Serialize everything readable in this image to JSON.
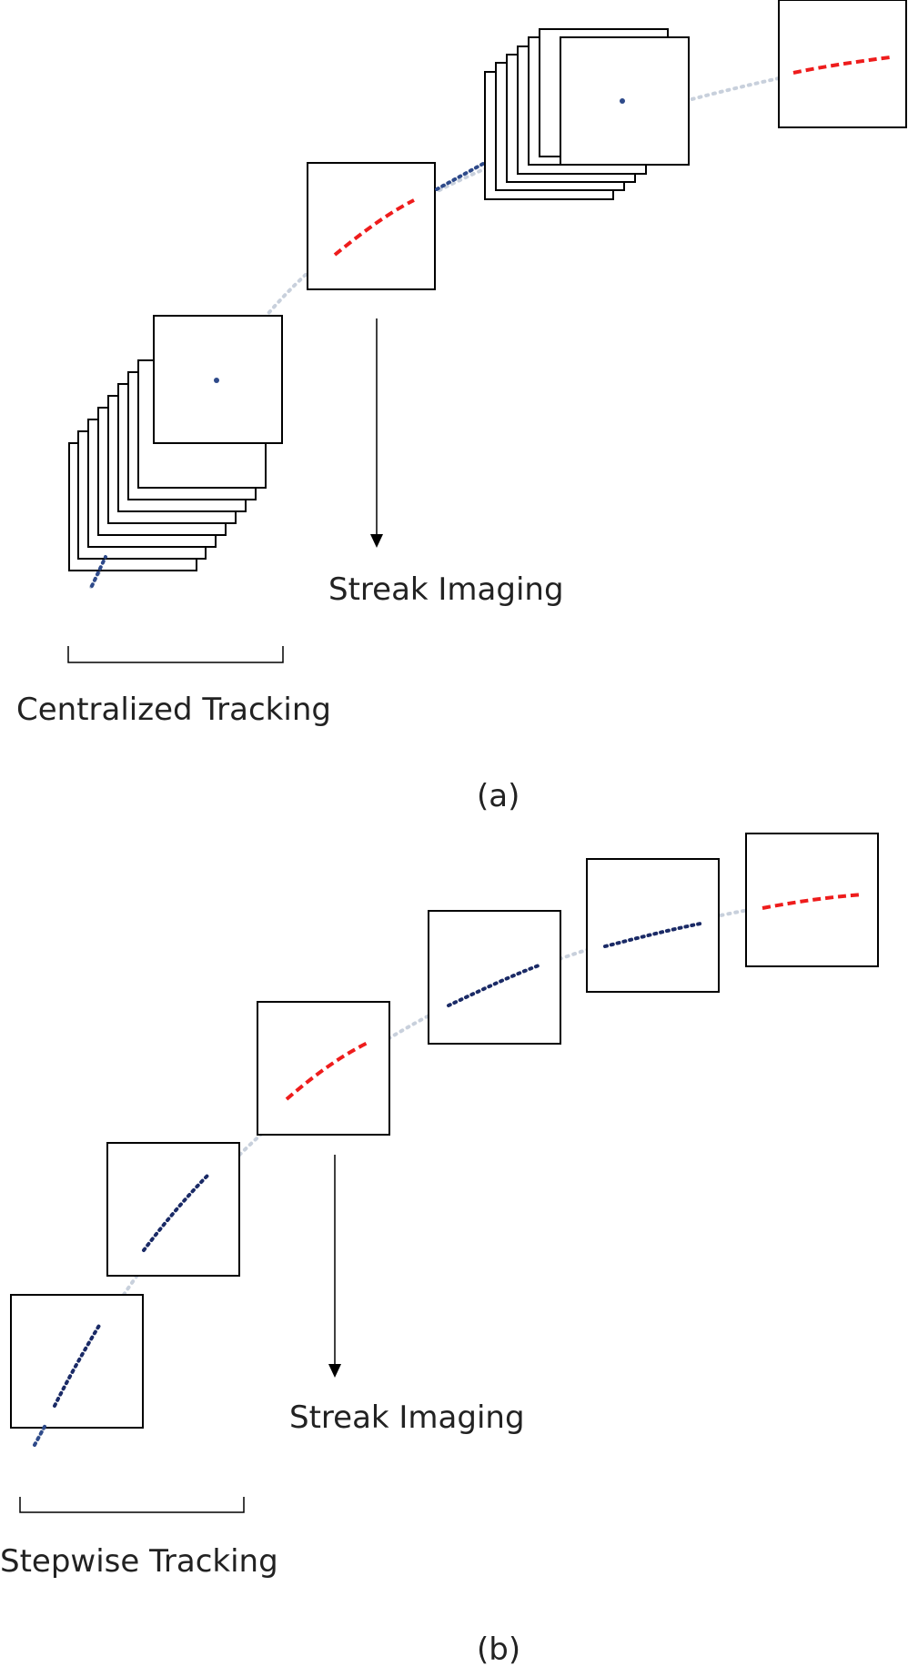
{
  "panel_a": {
    "label": "(a)",
    "streak_label": "Streak Imaging",
    "tracking_label": "Centralized Tracking"
  },
  "panel_b": {
    "label": "(b)",
    "streak_label": "Streak Imaging",
    "tracking_label": "Stepwise Tracking"
  },
  "colors": {
    "frame": "#000000",
    "streak": "#ee1c1c",
    "track": "#2e4a8a",
    "track_dark": "#1a2a66",
    "trajectory": "#c8d0dc"
  }
}
